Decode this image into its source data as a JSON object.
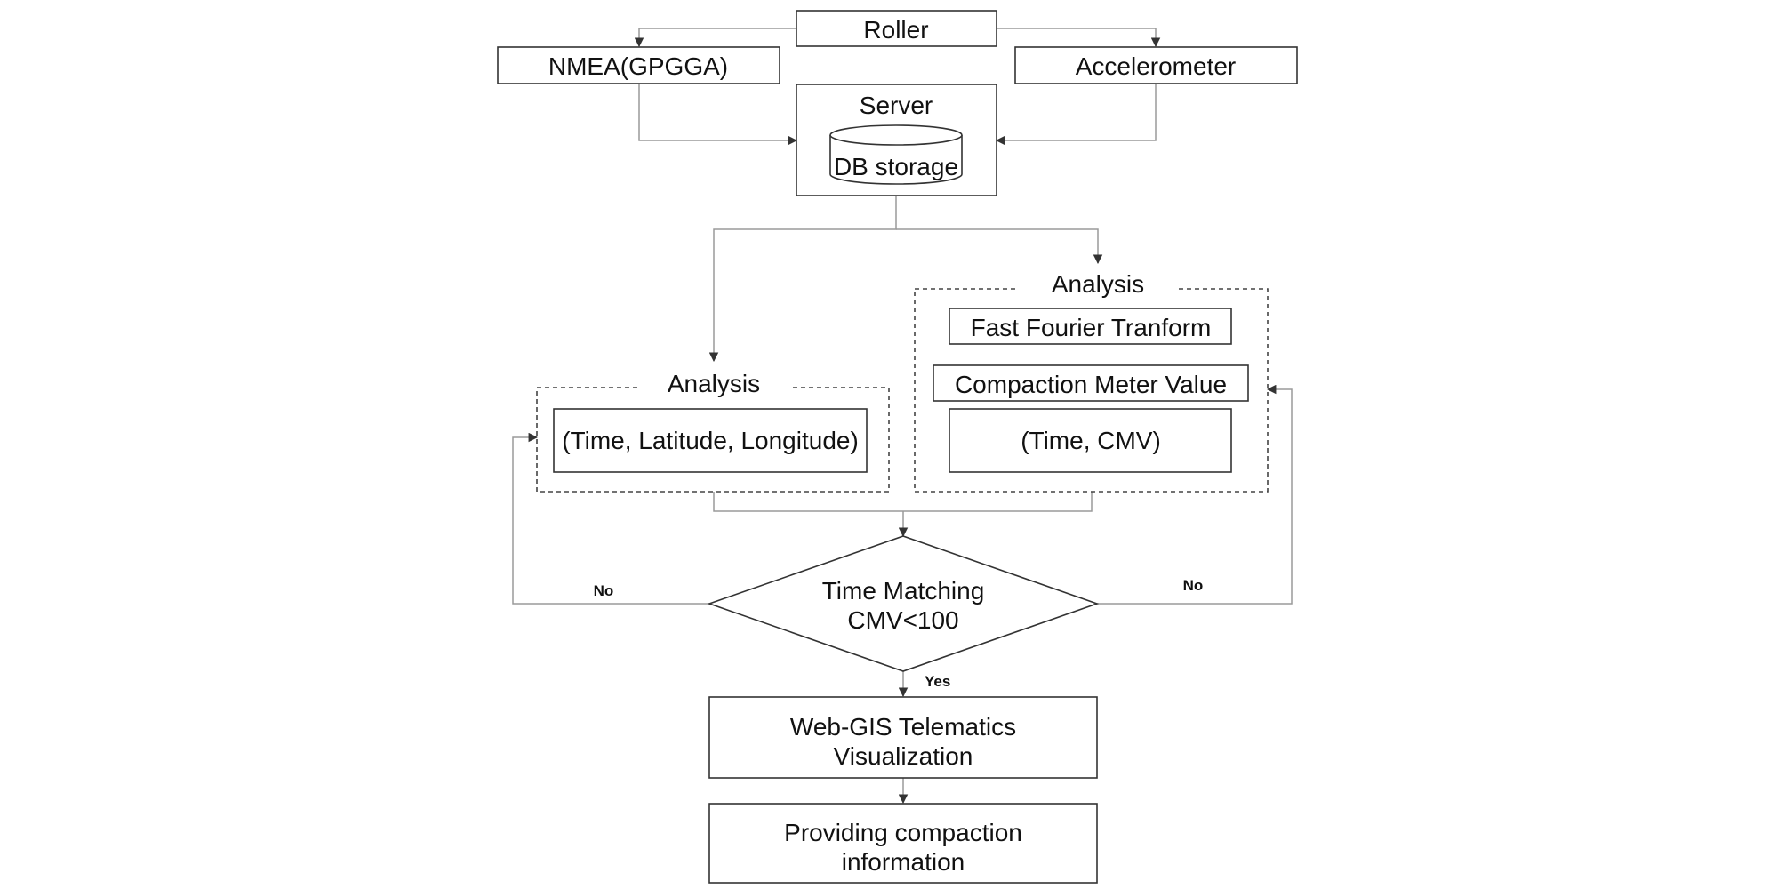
{
  "diagram": {
    "nodes": {
      "roller": "Roller",
      "nmea": "NMEA(GPGGA)",
      "accelerometer": "Accelerometer",
      "server": "Server",
      "db_storage": "DB storage",
      "analysis_right_title": "Analysis",
      "fft": "Fast Fourier Tranform",
      "cmv": "Compaction Meter Value",
      "time_cmv": "(Time, CMV)",
      "analysis_left_title": "Analysis",
      "time_lat_lon": "(Time, Latitude, Longitude)",
      "decision_line1": "Time Matching",
      "decision_line2": "CMV<100",
      "webgis_line1": "Web-GIS Telematics",
      "webgis_line2": "Visualization",
      "providing_line1": "Providing compaction",
      "providing_line2": "information"
    },
    "edge_labels": {
      "no_left": "No",
      "no_right": "No",
      "yes": "Yes"
    },
    "colors": {
      "box_stroke": "#333333",
      "connector": "#9a9a9a",
      "text": "#111111"
    }
  }
}
